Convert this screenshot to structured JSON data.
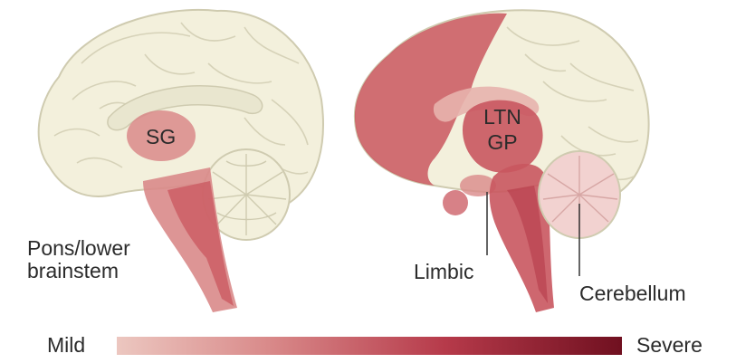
{
  "labels": {
    "sg": "SG",
    "pons": "Pons/lower\nbrainstem",
    "ltn": "LTN",
    "gp": "GP",
    "limbic": "Limbic",
    "cerebellum": "Cerebellum"
  },
  "scale": {
    "min_label": "Mild",
    "max_label": "Severe"
  },
  "colors": {
    "brain_fill": "#f3f0dc",
    "brain_line": "#cfcbb0",
    "mild": "#ecc7c0",
    "moderate": "#d98a8a",
    "strong": "#c9575f",
    "severe": "#701020"
  }
}
